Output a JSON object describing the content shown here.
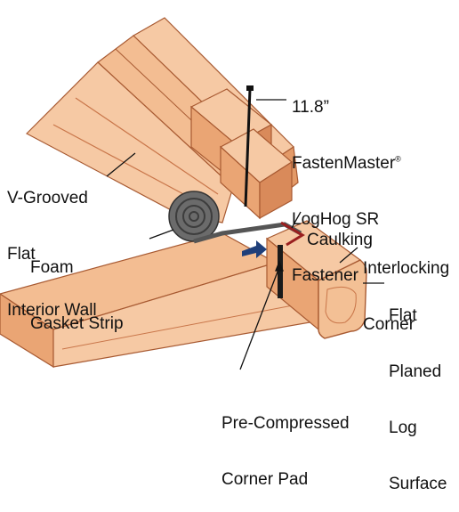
{
  "colors": {
    "wood_light": "#f6c9a4",
    "wood_mid": "#eaa574",
    "wood_dark": "#c9764a",
    "wood_line": "#a85a32",
    "gasket": "#5c5c5c",
    "fastener": "#111111",
    "caulk": "#9a1f1f",
    "arrow": "#1f3f7a"
  },
  "labels": {
    "fastener": {
      "line1": "11.8”",
      "line2": "FastenMaster",
      "mark": "®",
      "line3": "LogHog SR",
      "line4": "Fastener"
    },
    "wall": {
      "line1": "V-Grooved",
      "line2": "Flat",
      "line3": "Interior Wall"
    },
    "caulking": "Caulking",
    "gasket": {
      "line1": "Foam",
      "line2": "Gasket Strip"
    },
    "corner": {
      "line1": "Interlocking",
      "line2": "Corner"
    },
    "surface": {
      "line1": "Flat",
      "line2": "Planed",
      "line3": "Log",
      "line4": "Surface"
    },
    "pad": {
      "line1": "Pre-Compressed",
      "line2": "Corner Pad"
    }
  }
}
